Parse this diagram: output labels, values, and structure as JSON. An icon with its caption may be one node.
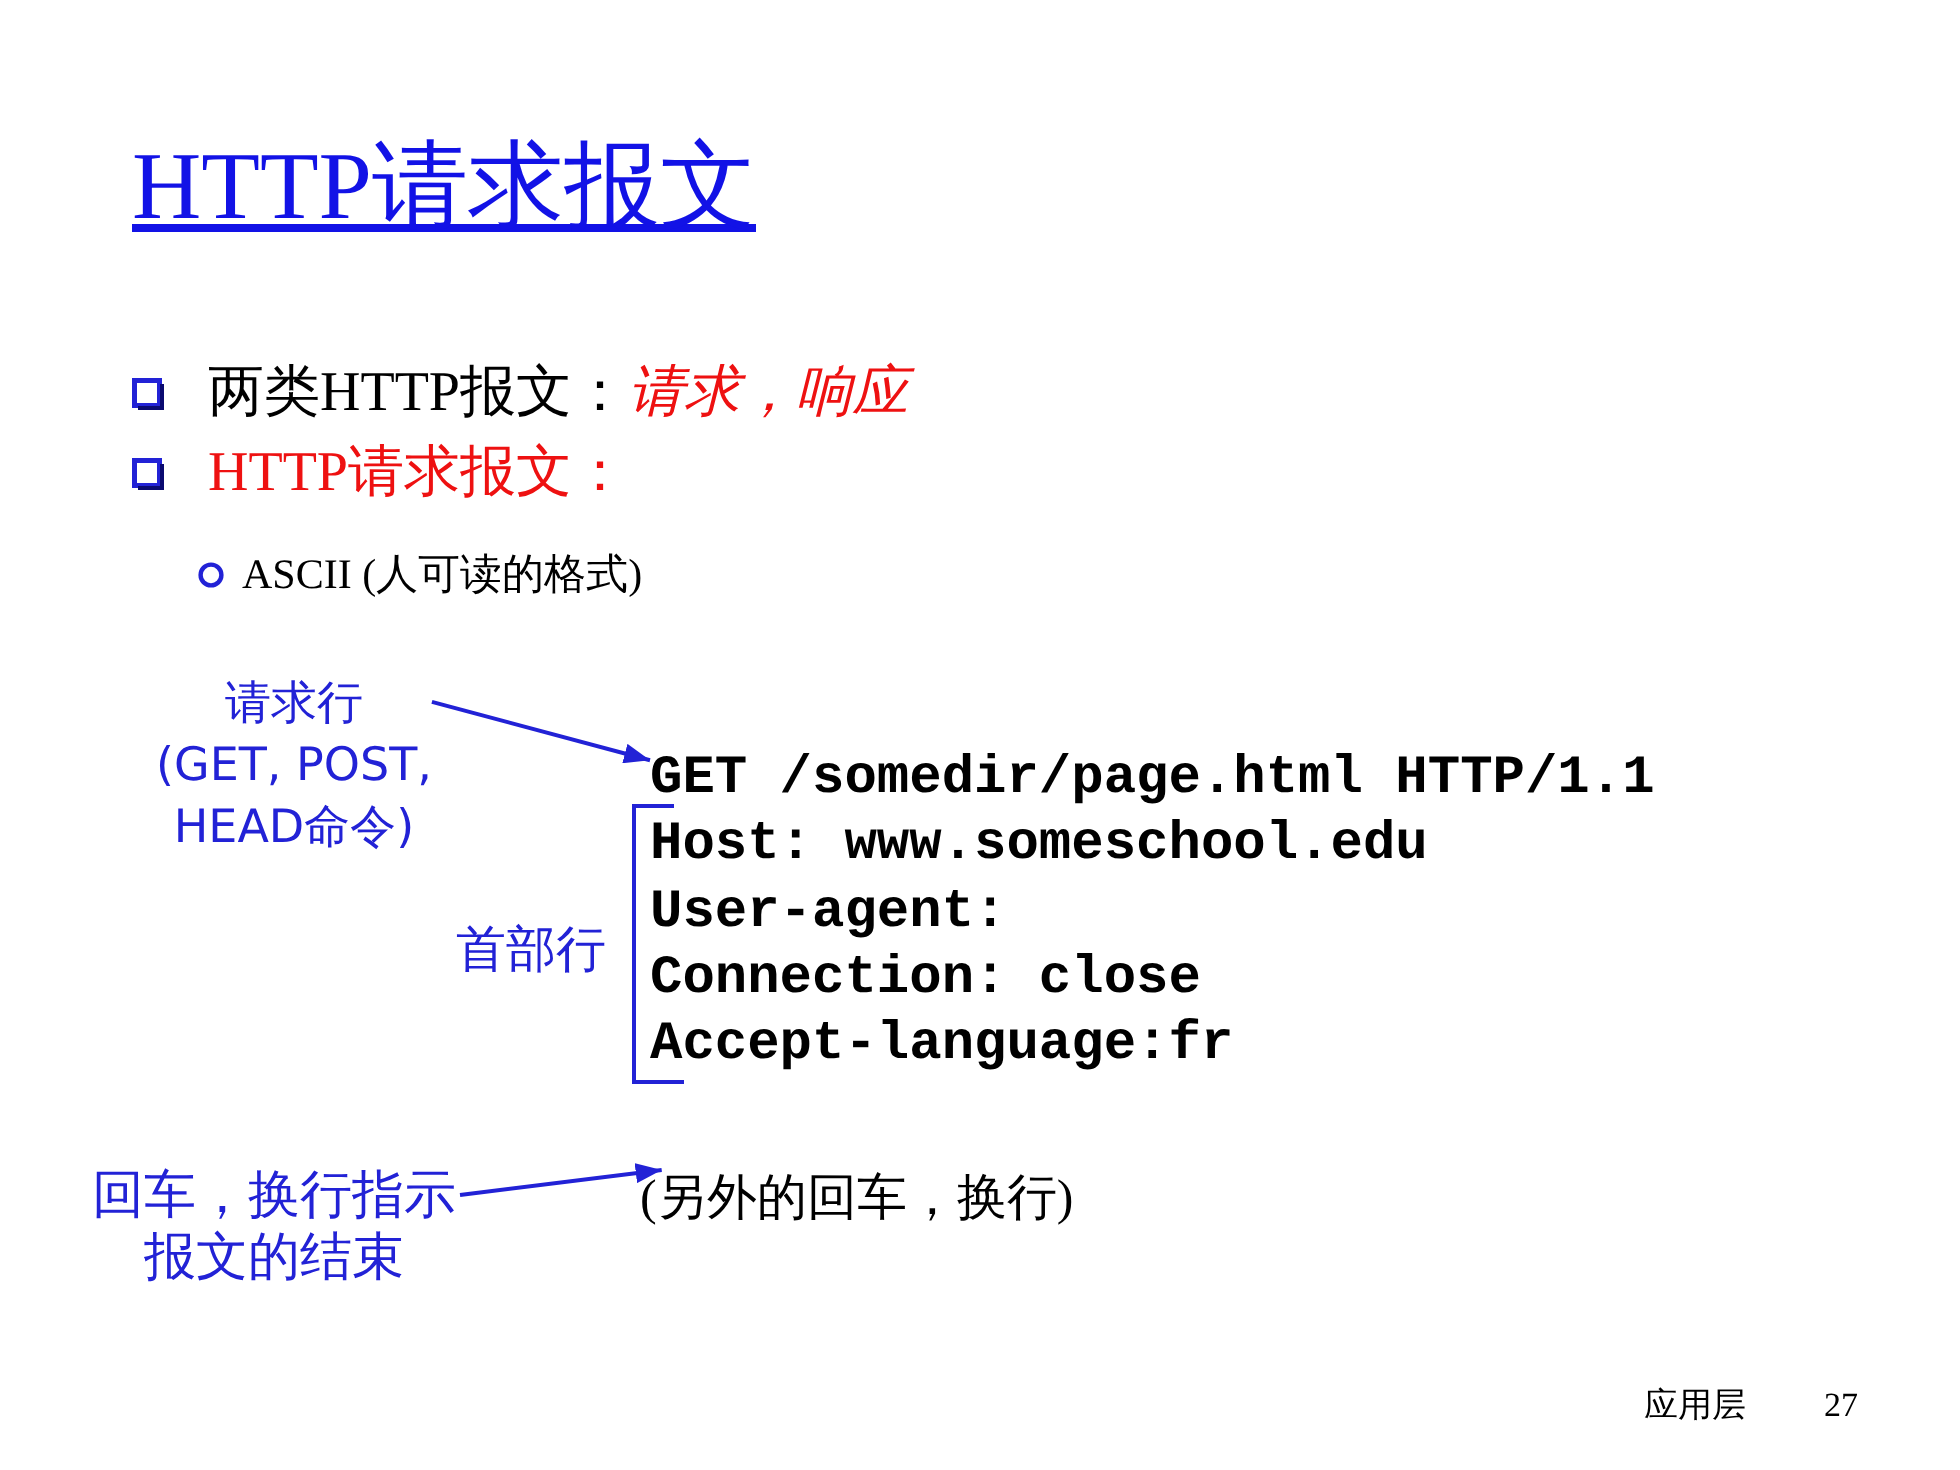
{
  "diagram": {
    "title": "HTTP请求报文",
    "nodes": [
      {
        "text": [
          "请求行 (GET, POST, HEAD命令)"
        ]
      },
      {
        "text": [
          "GET /somedir/page.html HTTP/1.1"
        ]
      },
      {
        "text": [
          "回车，换行指示报文的结束"
        ]
      },
      {
        "text": [
          "(另外的回车，换行)"
        ]
      }
    ],
    "edges": [
      {
        "from": 0,
        "to": 1,
        "arrow": "to"
      },
      {
        "from": 2,
        "to": 3,
        "arrow": "to"
      }
    ],
    "labels": [
      "两类HTTP报文：*请求，响应*",
      "HTTP请求报文：",
      "ASCII (人可读的格式)",
      "首部行",
      "Host: www.someschool.edu",
      "User-agent:",
      "Connection: close",
      "Accept-language:fr",
      "应用层",
      "27"
    ]
  }
}
